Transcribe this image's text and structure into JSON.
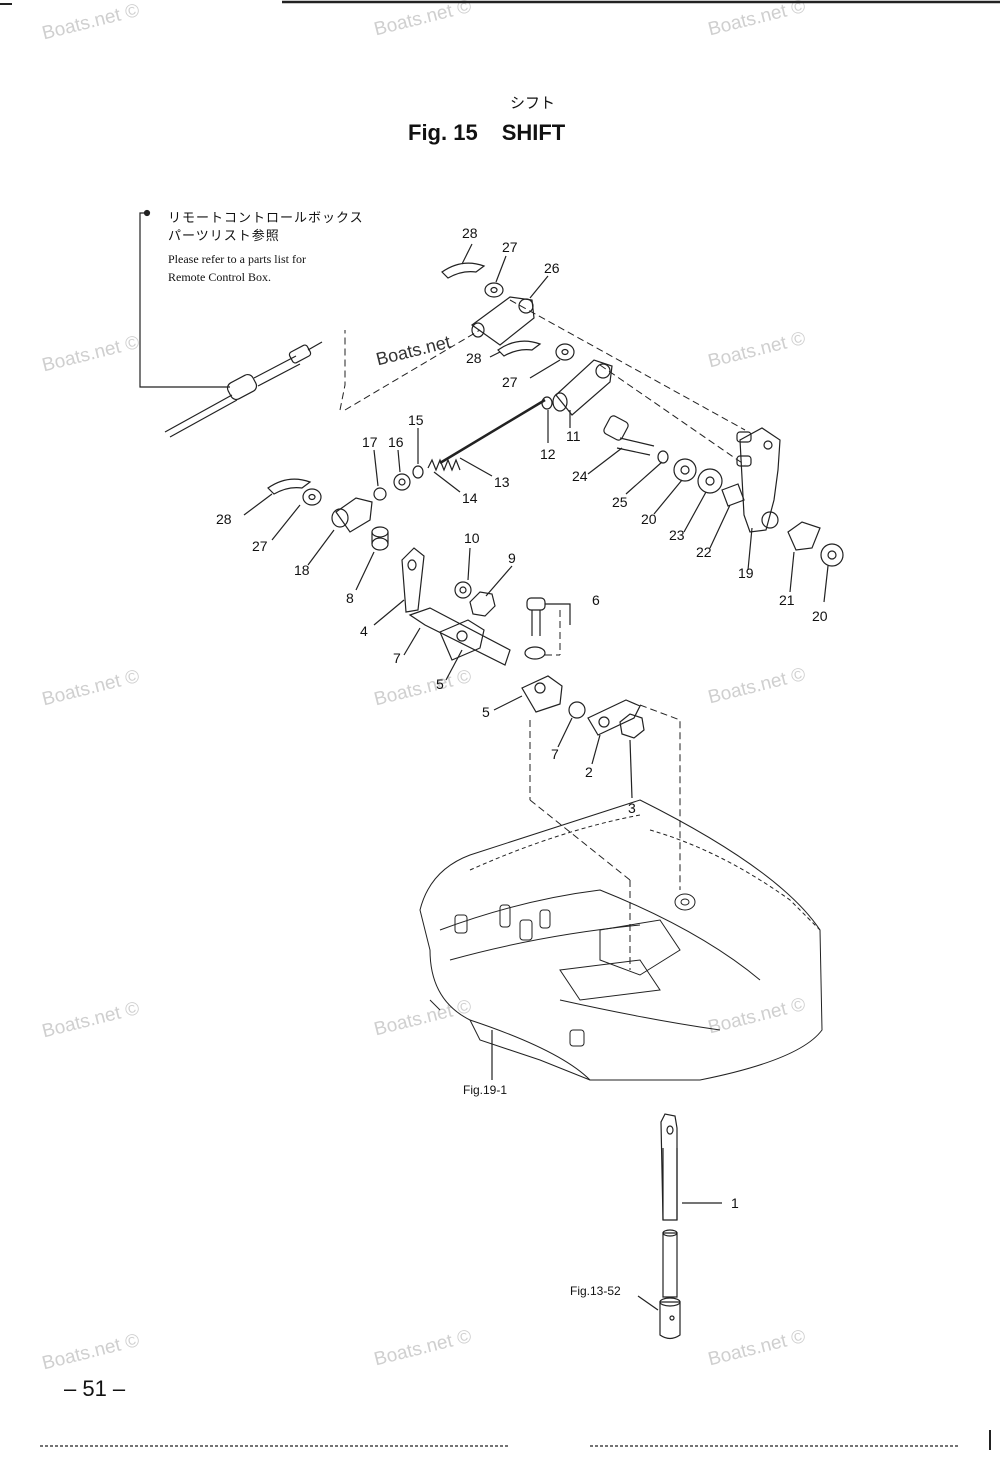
{
  "figure": {
    "title_jp": "シフト",
    "fig_label": "Fig. 15",
    "fig_title": "SHIFT"
  },
  "note": {
    "jp_line1": "リモートコントロールボックス",
    "jp_line2": "パーツリスト参照",
    "en_line1": "Please refer to a parts list for",
    "en_line2": "Remote Control Box."
  },
  "watermark": "Boats.net ©",
  "watermark_main": "Boats.net",
  "part_numbers": {
    "p1": "1",
    "p2": "2",
    "p3": "3",
    "p4": "4",
    "p5a": "5",
    "p5b": "5",
    "p6": "6",
    "p7a": "7",
    "p7b": "7",
    "p8": "8",
    "p9": "9",
    "p10": "10",
    "p11": "11",
    "p12": "12",
    "p13": "13",
    "p14": "14",
    "p15": "15",
    "p16": "16",
    "p17": "17",
    "p18": "18",
    "p19": "19",
    "p20a": "20",
    "p20b": "20",
    "p21": "21",
    "p22": "22",
    "p23": "23",
    "p24": "24",
    "p25": "25",
    "p26": "26",
    "p27a": "27",
    "p27b": "27",
    "p27c": "27",
    "p28a": "28",
    "p28b": "28",
    "p28c": "28"
  },
  "references": {
    "fig19": "Fig.19-1",
    "fig13": "Fig.13-52"
  },
  "page_number": "– 51 –"
}
